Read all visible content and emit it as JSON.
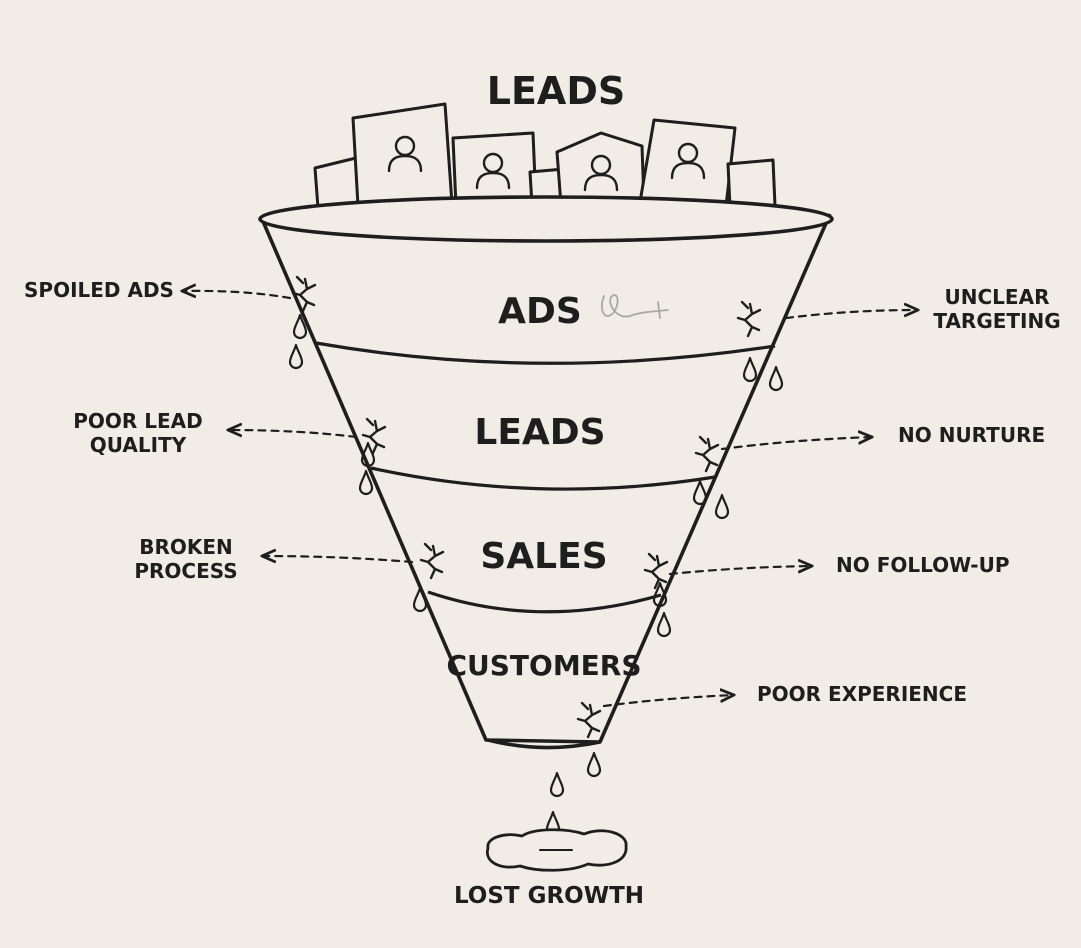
{
  "colors": {
    "background": "#f1ede6",
    "ink": "#1e1e1e",
    "signature": "#a8a8a8"
  },
  "top_label": "LEADS",
  "stages": [
    {
      "label": "ADS"
    },
    {
      "label": "LEADS"
    },
    {
      "label": "SALES"
    },
    {
      "label": "CUSTOMERS"
    }
  ],
  "leaks": {
    "spoiled_ads": "SPOILED ADS",
    "unclear_targeting_1": "UNCLEAR",
    "unclear_targeting_2": "TARGETING",
    "poor_lead_quality_1": "POOR LEAD",
    "poor_lead_quality_2": "QUALITY",
    "no_nurture": "NO NURTURE",
    "broken_process_1": "BROKEN",
    "broken_process_2": "PROCESS",
    "no_follow_up": "NO FOLLOW-UP",
    "poor_experience": "POOR EXPERIENCE"
  },
  "outcome": "LOST GROWTH",
  "icons": [
    "lead-card-icon",
    "crack-icon",
    "drop-icon",
    "puddle-icon",
    "dashed-arrow-icon"
  ]
}
